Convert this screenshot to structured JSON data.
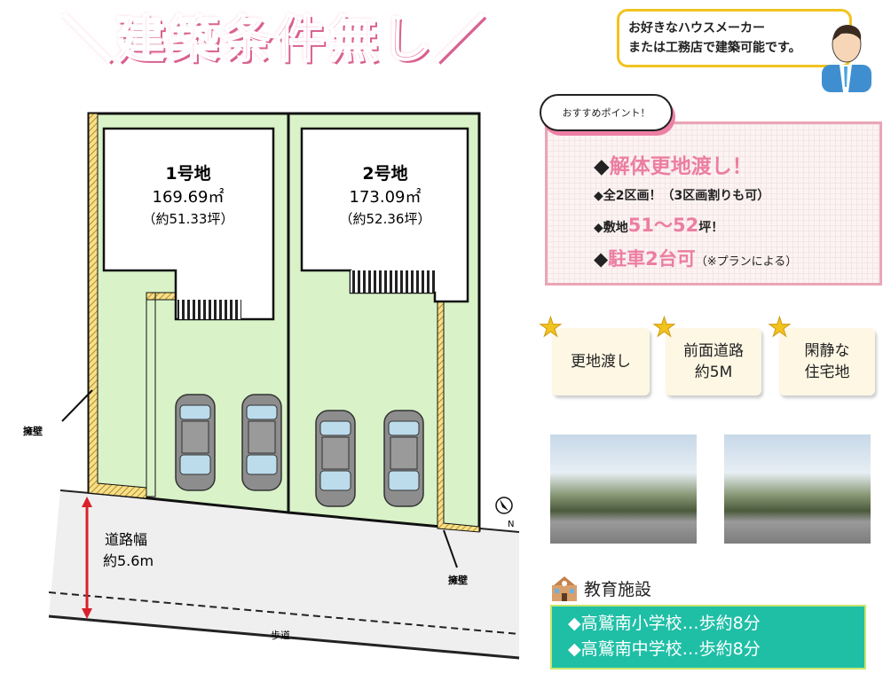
{
  "header": {
    "title": "＼建築条件無し／"
  },
  "speech": {
    "line1": "お好きなハウスメーカー",
    "line2": "または工務店で建築可能です。"
  },
  "points": {
    "bubble": "おすすめポイント！",
    "items": [
      {
        "bullet": "◆",
        "accent": "解体更地渡し！",
        "tail": ""
      },
      {
        "bullet": "◆",
        "pre": "全2区画！（3区画割りも可）"
      },
      {
        "bullet": "◆",
        "pre": "敷地",
        "accent": "51～52",
        "tail": "坪！"
      },
      {
        "bullet": "◆",
        "accent": "駐車2台可",
        "tail": "（※プランによる）"
      }
    ]
  },
  "badges": [
    {
      "line1": "更地渡し",
      "line2": ""
    },
    {
      "line1": "前面道路",
      "line2": "約5M"
    },
    {
      "line1": "閑静な",
      "line2": "住宅地"
    }
  ],
  "education": {
    "title": "教育施設",
    "items": [
      "◆高鷲南小学校…歩約8分",
      "◆高鷲南中学校…歩約8分"
    ]
  },
  "plan": {
    "lot1": {
      "name": "1号地",
      "area": "169.69㎡",
      "tsubo": "（約51.33坪）"
    },
    "lot2": {
      "name": "2号地",
      "area": "173.09㎡",
      "tsubo": "（約52.36坪）"
    },
    "wall_label": "擁壁",
    "road_width_label": "道路幅",
    "road_width_value": "約5.6m",
    "sidewalk": "歩道",
    "north": "N"
  },
  "colors": {
    "pink": "#f08cb4",
    "green": "#d9f2c8",
    "teal": "#1fbfa6",
    "yellow": "#f2c31e"
  }
}
